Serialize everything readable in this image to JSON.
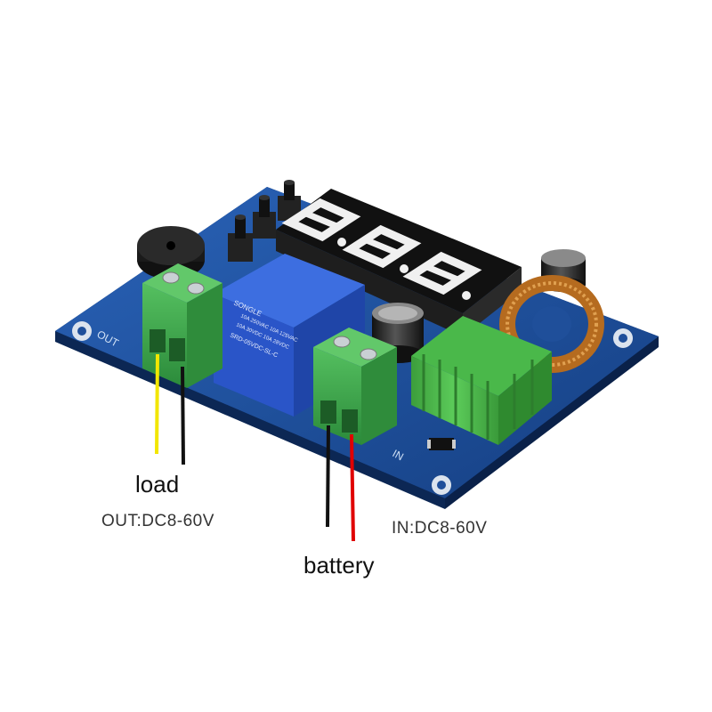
{
  "labels": {
    "load": "load",
    "out_spec": "OUT:DC8-60V",
    "battery": "battery",
    "in_spec": "IN:DC8-60V"
  },
  "relay": {
    "brand": "SONGLE",
    "model": "SRD-05VDC-SL-C",
    "rating_1": "10A 250VAC 10A 125VAC",
    "rating_2": "10A 30VDC 10A 28VDC"
  },
  "display": {
    "digits": [
      "8.",
      "8.",
      "8."
    ]
  },
  "colors": {
    "pcb": "#1f4f9a",
    "terminal": "#3aa64a",
    "relay": "#2a55c8",
    "heatsink": "#4ab84a",
    "wire_load_positive": "#f2e600",
    "wire_negative": "#111111",
    "wire_battery_positive": "#e00000"
  }
}
